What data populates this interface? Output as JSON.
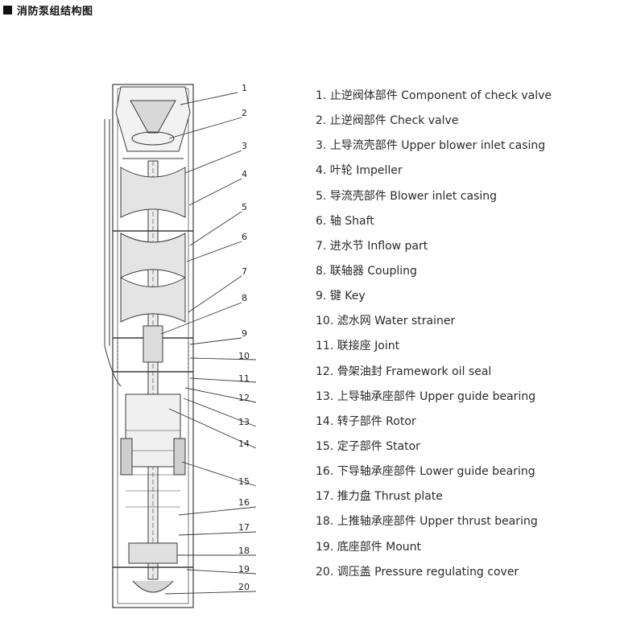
{
  "header": {
    "title": "消防泵组结构图"
  },
  "legend": [
    "1. 止逆阀体部件 Component of check valve",
    "2. 止逆阀部件 Check valve",
    "3. 上导流壳部件  Upper blower inlet casing",
    "4. 叶轮 Impeller",
    "5. 导流壳部件 Blower inlet casing",
    "6. 轴 Shaft",
    "7. 进水节 Inflow part",
    "8. 联轴器 Coupling",
    "9. 键 Key",
    "10. 滤水网 Water strainer",
    "11. 联接座 Joint",
    "12. 骨架油封 Framework oil seal",
    "13. 上导轴承座部件 Upper guide bearing",
    "14. 转子部件 Rotor",
    "15. 定子部件 Stator",
    "16. 下导轴承座部件 Lower guide bearing",
    "17. 推力盘 Thrust plate",
    "18. 上推轴承座部件 Upper thrust bearing",
    "19. 底座部件 Mount",
    "20. 调压盖 Pressure regulating cover"
  ],
  "callouts": [
    "1",
    "2",
    "3",
    "4",
    "5",
    "6",
    "7",
    "8",
    "9",
    "10",
    "11",
    "12",
    "13",
    "14",
    "15",
    "16",
    "17",
    "18",
    "19",
    "20"
  ]
}
